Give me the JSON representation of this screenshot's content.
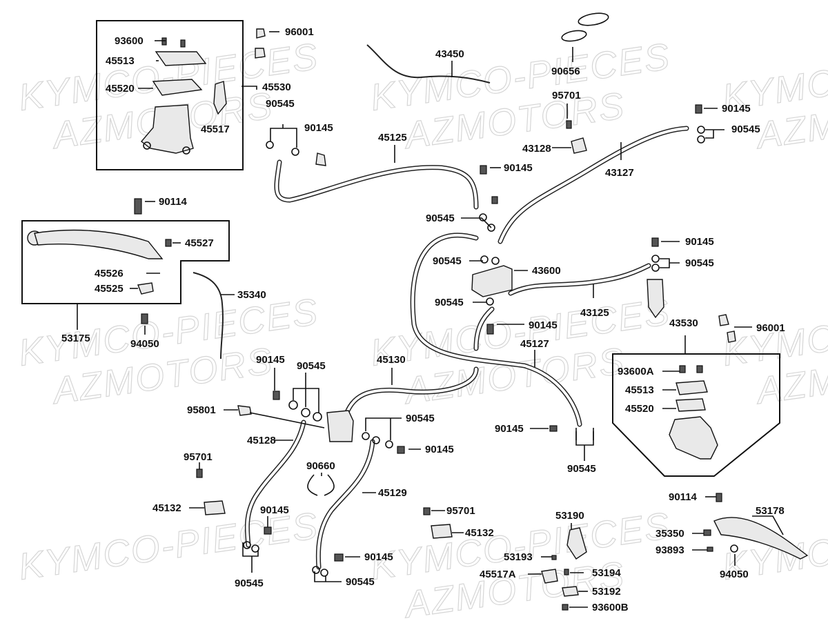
{
  "watermark": {
    "line1": "KYMCO-PIECES",
    "line2": "AZMOTORS"
  },
  "labels": {
    "p93600": "93600",
    "p45513": "45513",
    "p45520": "45520",
    "p45517": "45517",
    "p45530": "45530",
    "p96001_top": "96001",
    "p90545_a": "90545",
    "p90145_a": "90145",
    "p45125": "45125",
    "p43450": "43450",
    "p90656": "90656",
    "p95701_top": "95701",
    "p43128": "43128",
    "p90145_b": "90145",
    "p90545_b": "90545",
    "p43127": "43127",
    "p90145_c": "90145",
    "p90545_c": "90545",
    "p90545_d": "90545",
    "p43600": "43600",
    "p90545_e": "90545",
    "p90145_d": "90145",
    "p45127": "45127",
    "p43125": "43125",
    "p90145_e": "90145",
    "p90545_f": "90545",
    "p90114_top": "90114",
    "p45527": "45527",
    "p45526": "45526",
    "p45525": "45525",
    "p35340": "35340",
    "p53175": "53175",
    "p94050_a": "94050",
    "p90145_f": "90145",
    "p90545_g": "90545",
    "p45130": "45130",
    "p95801": "95801",
    "p45128": "45128",
    "p90545_h": "90545",
    "p90145_g": "90145",
    "p90660": "90660",
    "p45129": "45129",
    "p95701_a": "95701",
    "p45132_a": "45132",
    "p90145_h": "90145",
    "p90545_i": "90545",
    "p95701_b": "95701",
    "p45132_b": "45132",
    "p90145_i": "90145",
    "p90545_j": "90545",
    "p90145_j": "90145",
    "p90545_k": "90545",
    "p43530": "43530",
    "p96001_r": "96001",
    "p93600A": "93600A",
    "p45513_r": "45513",
    "p45520_r": "45520",
    "p90114_r": "90114",
    "p53178": "53178",
    "p35350": "35350",
    "p93893": "93893",
    "p94050_r": "94050",
    "p53190": "53190",
    "p53193": "53193",
    "p45517A": "45517A",
    "p53194": "53194",
    "p53192": "53192",
    "p93600B": "93600B"
  }
}
